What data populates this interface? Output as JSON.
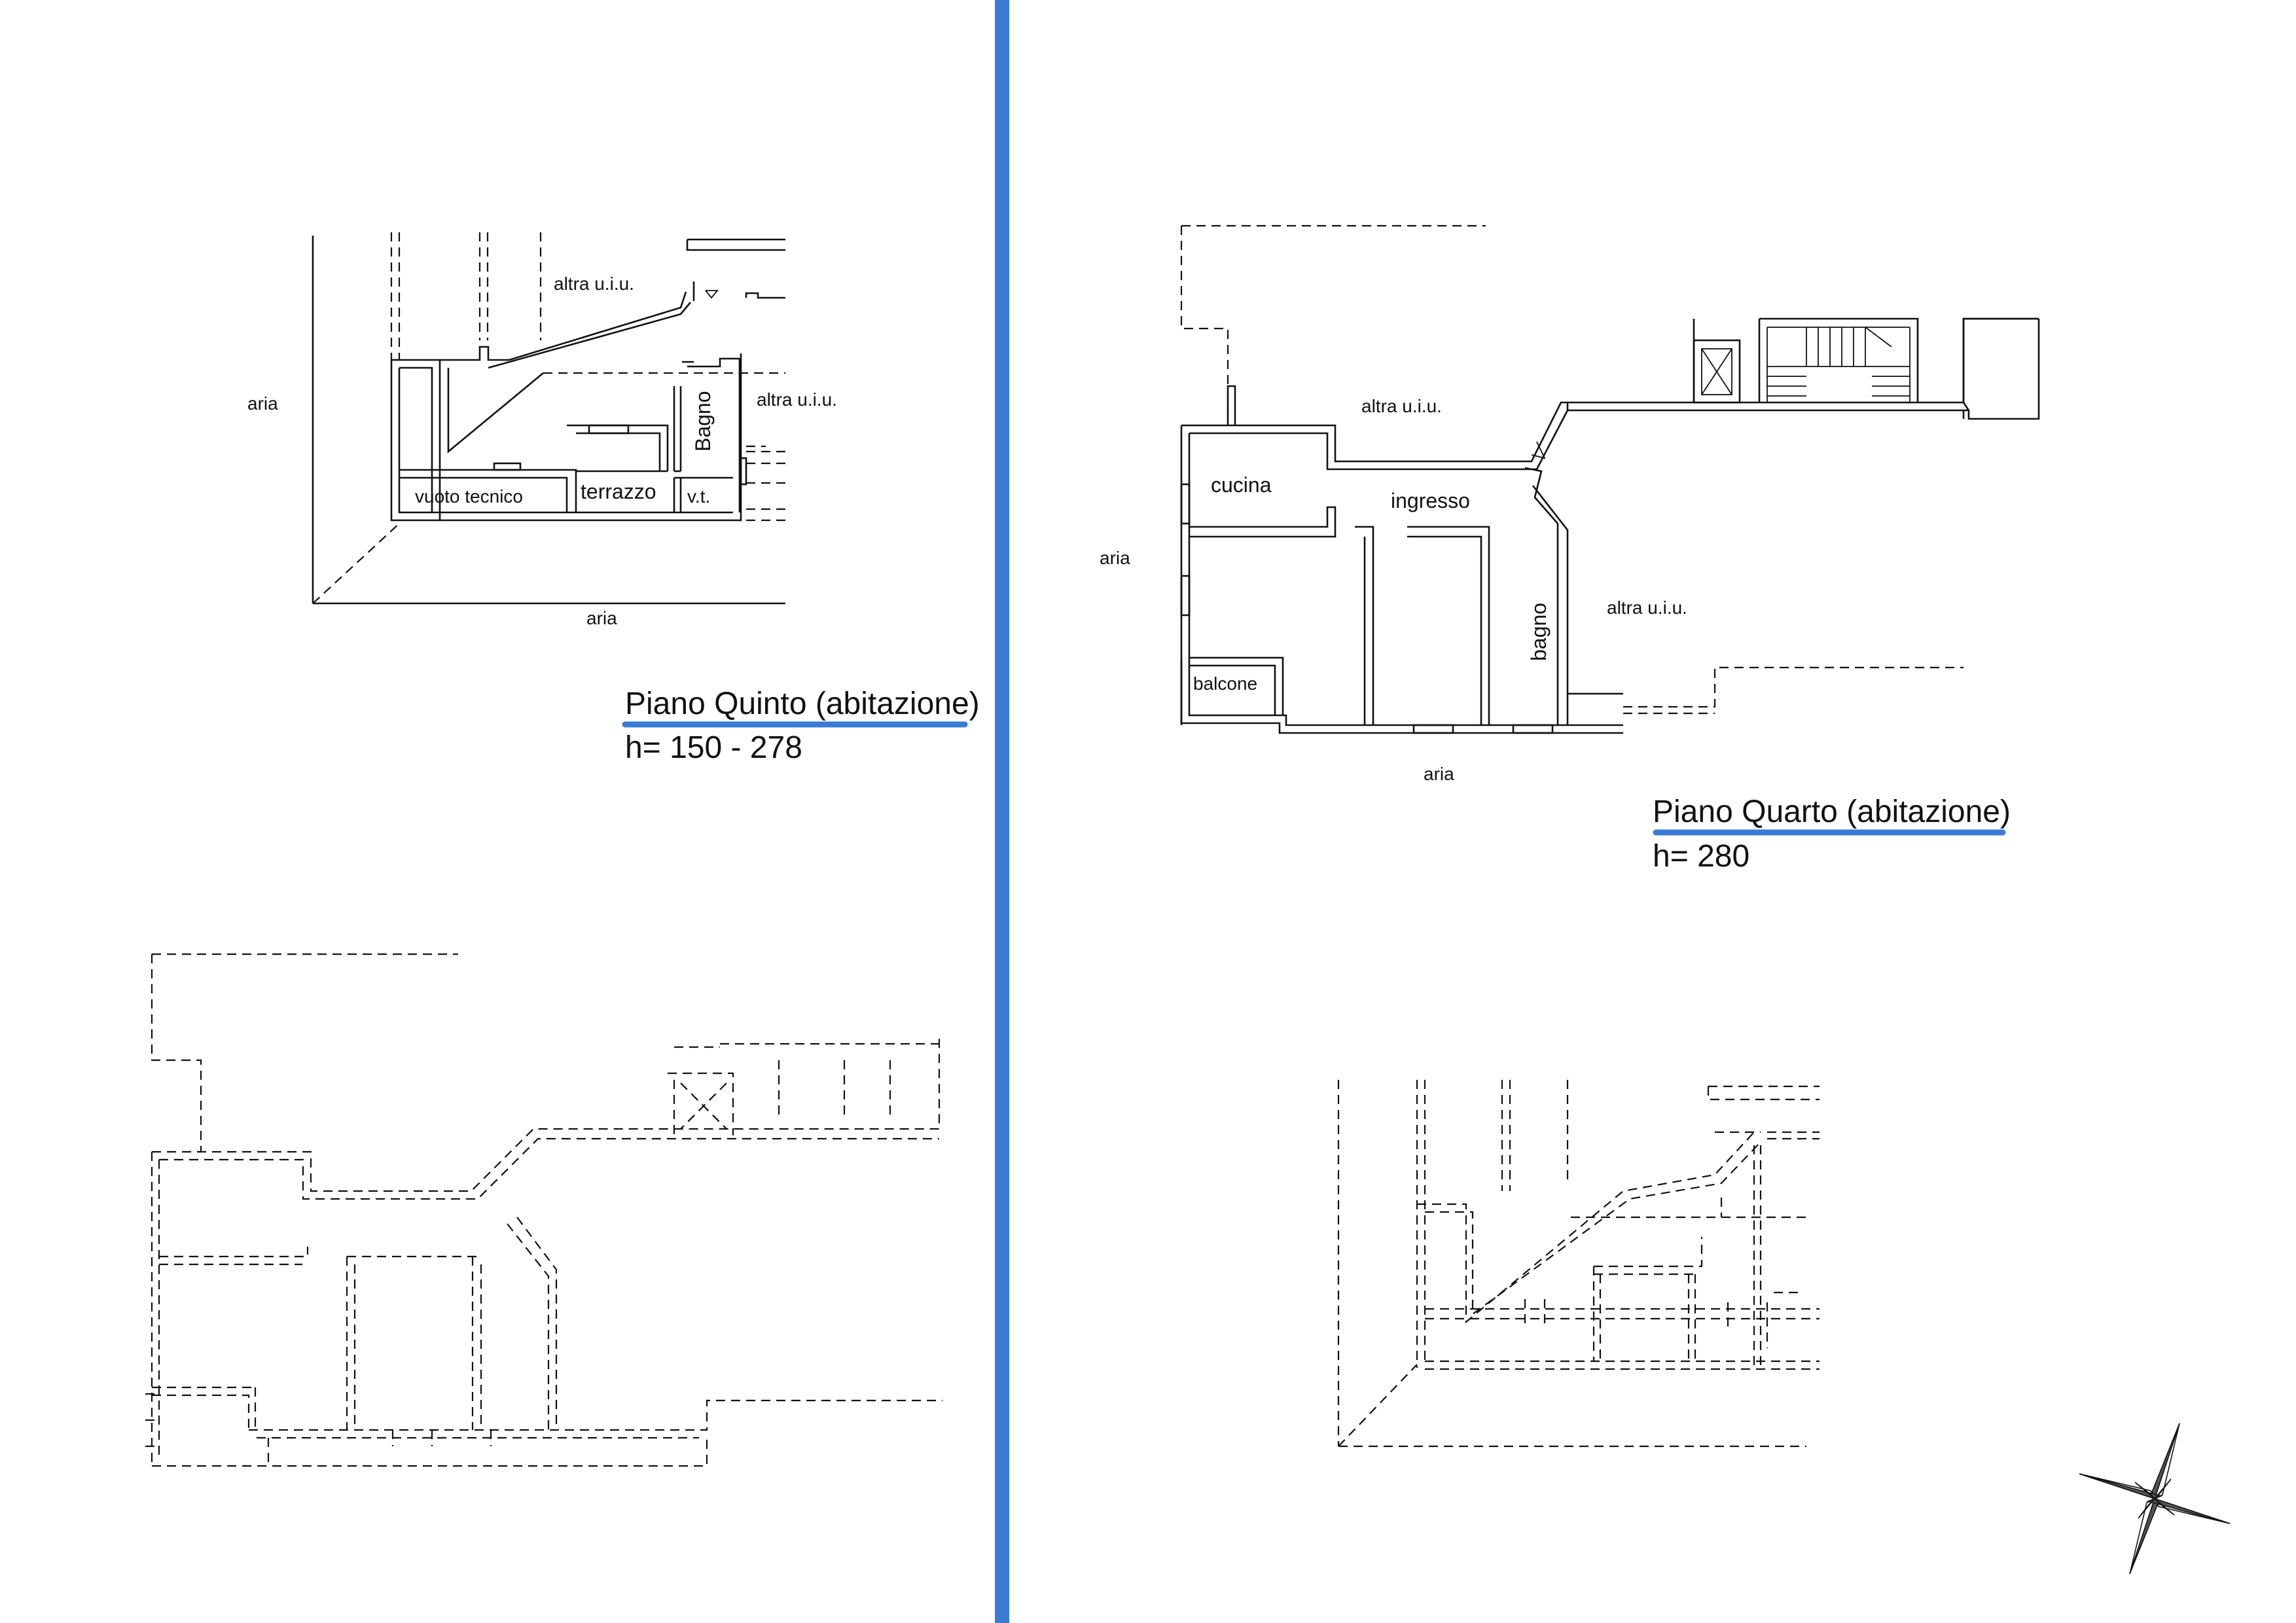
{
  "piano_quinto": {
    "labels": {
      "altra_uiu_top": "altra u.i.u.",
      "altra_uiu_right": "altra u.i.u.",
      "aria_left": "aria",
      "aria_bottom": "aria",
      "bagno": "Bagno",
      "vuoto_tecnico": "vuoto tecnico",
      "terrazzo": "terrazzo",
      "vt": "v.t."
    },
    "title": "Piano Quinto (abitazione)",
    "height": "h= 150 - 278"
  },
  "piano_quarto": {
    "labels": {
      "altra_uiu_top": "altra u.i.u.",
      "altra_uiu_right": "altra u.i.u.",
      "aria_left": "aria",
      "aria_bottom": "aria",
      "cucina": "cucina",
      "ingresso": "ingresso",
      "bagno": "bagno",
      "balcone": "balcone"
    },
    "title": "Piano Quarto (abitazione)",
    "height": "h= 280"
  },
  "colors": {
    "divider": "#3a7bd5",
    "underline": "#3a7bd5",
    "lines": "#111111"
  },
  "icons": {
    "compass": "compass-rose-icon",
    "lift": "lift-shaft-icon",
    "stairs": "staircase-icon"
  }
}
